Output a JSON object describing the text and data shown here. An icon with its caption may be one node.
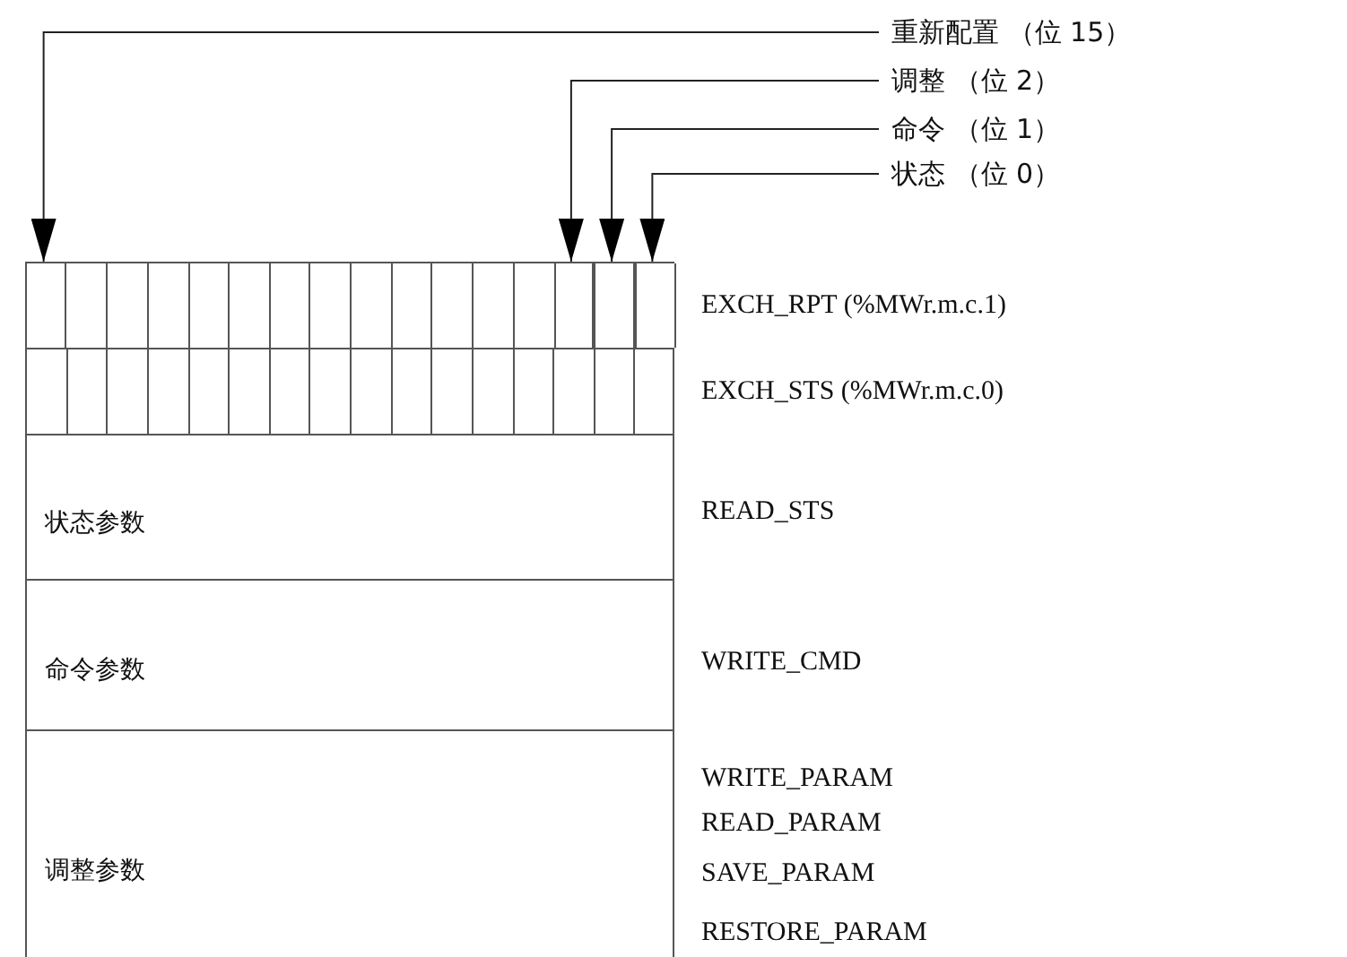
{
  "diagram": {
    "nodes": [
      {
        "text": [
          "重新配置 （位 15）"
        ]
      },
      {
        "text": [
          "调整 （位 2）"
        ]
      },
      {
        "text": [
          "命令 （位 1）"
        ]
      },
      {
        "text": [
          "状态 （位 0）"
        ]
      },
      {
        "text": [],
        "shape": "box",
        "beside": [
          "EXCH_RPT (%MWr.m.c.1)"
        ]
      },
      {
        "text": [],
        "shape": "box",
        "in": 4
      },
      {
        "text": [],
        "shape": "box",
        "in": 4
      },
      {
        "text": [],
        "shape": "box",
        "in": 4
      },
      {
        "text": [],
        "shape": "box",
        "in": 4
      },
      {
        "text": [],
        "shape": "box",
        "beside": [
          "EXCH_STS (%MWr.m.c.0)"
        ]
      },
      {
        "text": [
          "状态参数"
        ],
        "beside": [
          "READ_STS"
        ]
      },
      {
        "text": [
          "命令参数"
        ],
        "beside": [
          "WRITE_CMD"
        ]
      },
      {
        "text": [
          "调整参数"
        ],
        "beside": [
          "WRITE_PARAM",
          "READ_PARAM",
          "SAVE_PARAM",
          "RESTORE_PARAM"
        ]
      }
    ],
    "edges": [
      {
        "from": 0,
        "to": 5,
        "arrow": "to"
      },
      {
        "from": 1,
        "to": 6,
        "arrow": "to"
      },
      {
        "from": 2,
        "to": 7,
        "arrow": "to"
      },
      {
        "from": 3,
        "to": 8,
        "arrow": "to"
      }
    ]
  }
}
